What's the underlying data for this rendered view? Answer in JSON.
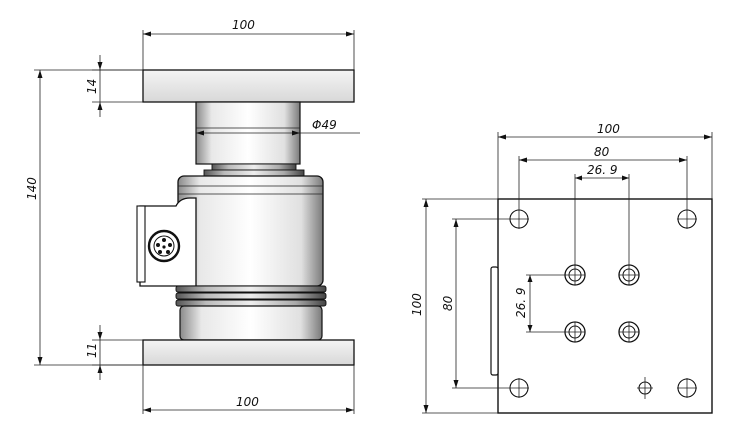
{
  "side_view": {
    "dim_top_width": "100",
    "dim_top_plate_thickness": "14",
    "dim_cylinder_diameter": "Φ49",
    "dim_total_height": "140",
    "dim_bottom_plate_thickness": "11",
    "dim_bottom_width": "100"
  },
  "plan_view": {
    "dim_overall_width": "100",
    "dim_outer_hole_spacing_x": "80",
    "dim_inner_hole_spacing_x": "26. 9",
    "dim_overall_height": "100",
    "dim_outer_hole_spacing_y": "80",
    "dim_inner_hole_spacing_y": "26. 9"
  }
}
